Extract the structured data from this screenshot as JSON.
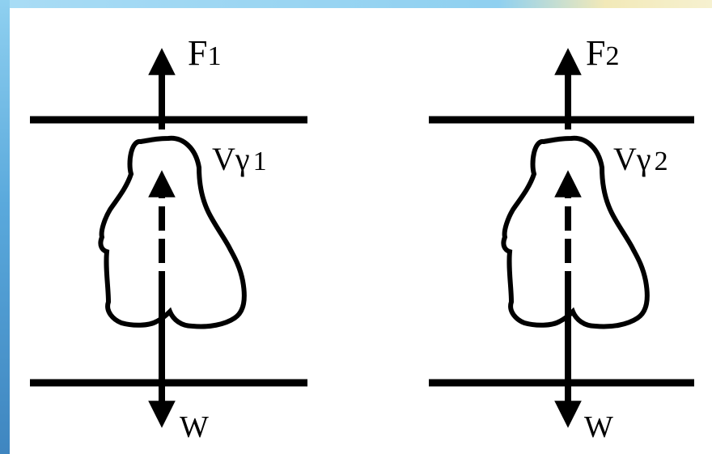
{
  "panels": [
    {
      "force_label": "F",
      "force_sub": "1",
      "buoyancy_label": "Vγ",
      "buoyancy_sub": "1",
      "weight_label": "W"
    },
    {
      "force_label": "F",
      "force_sub": "2",
      "buoyancy_label": "Vγ",
      "buoyancy_sub": "2",
      "weight_label": "W"
    }
  ],
  "colors": {
    "frame_left": "#5aa9dc",
    "frame_top": "#8fd0f0",
    "ink": "#000000"
  }
}
